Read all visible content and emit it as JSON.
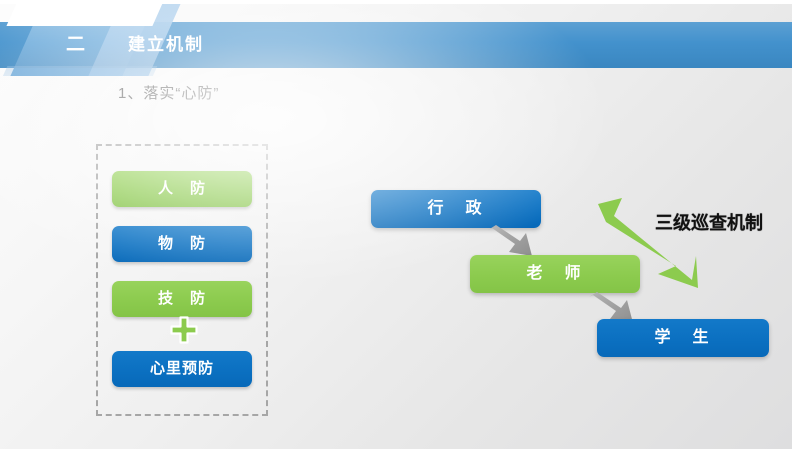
{
  "slide": {
    "header": {
      "chapter_number": "二",
      "title": "建立机制",
      "band_color": "#3d8ecb",
      "slant_color": "#7fb6e0"
    },
    "subtitle": "1、落实“心防”",
    "left_group": {
      "name": "dashed-group",
      "items": [
        {
          "label": "人　防",
          "color": "#8ccb4e",
          "kind": "green"
        },
        {
          "label": "物　防",
          "color": "#0b70c1",
          "kind": "blue"
        },
        {
          "label": "技　防",
          "color": "#8ccb4e",
          "kind": "green"
        },
        {
          "label": "心里预防",
          "color": "#0b70c1",
          "kind": "blue"
        }
      ],
      "connector_icon": "plus-icon",
      "connector_color": "#8ccb4e"
    },
    "right_flow": {
      "nodes": [
        {
          "label": "行　政",
          "color": "#0b70c1",
          "kind": "blue"
        },
        {
          "label": "老　师",
          "color": "#8ccb4e",
          "kind": "green"
        },
        {
          "label": "学　生",
          "color": "#0b70c1",
          "kind": "blue"
        }
      ],
      "arrows": [
        {
          "name": "gray-arrow-down-right",
          "color": "#9c9c9c",
          "from": "行　政",
          "to": "老　师"
        },
        {
          "name": "gray-arrow-down-right",
          "color": "#9c9c9c",
          "from": "老　师",
          "to": "学　生"
        }
      ],
      "callout": {
        "label": "三级巡查机制",
        "arrow_icon": "green-arrow-down-right",
        "arrow_color": "#8ccb4e",
        "text_color": "#111111"
      }
    },
    "theme": {
      "background_light": "#fcfcfc",
      "background_dark": "#dedede",
      "page_border": "#ffffff"
    }
  }
}
